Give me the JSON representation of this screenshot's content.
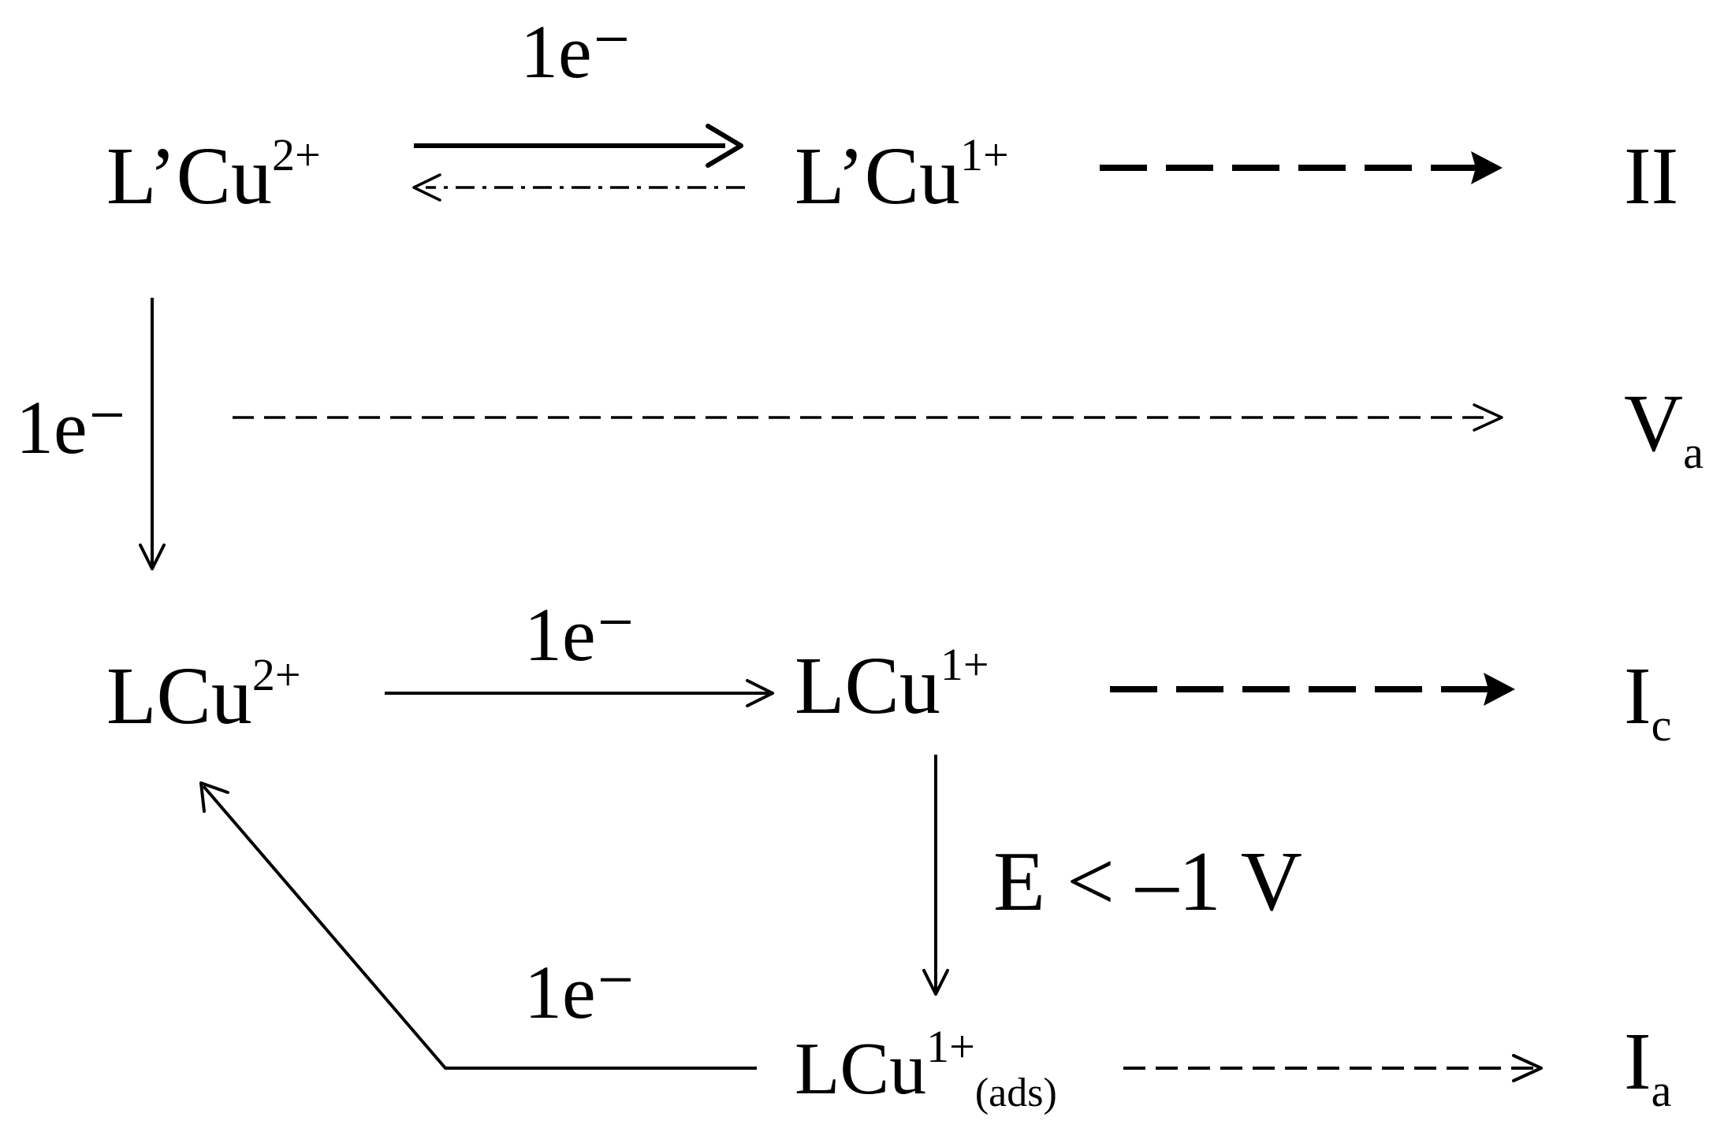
{
  "diagram": {
    "species": {
      "lcu2_top": {
        "base": "L’Cu",
        "sup": "2+"
      },
      "lcu1_top": {
        "base": "L’Cu",
        "sup": "1+"
      },
      "lcu2": {
        "base": "LCu",
        "sup": "2+"
      },
      "lcu1": {
        "base": "LCu",
        "sup": "1+"
      },
      "lcu1_ads": {
        "base": "LCu",
        "sup": "1+",
        "sub": "(ads)"
      }
    },
    "products": {
      "II": {
        "base": "II"
      },
      "Va": {
        "base": "V",
        "sub": "a"
      },
      "Ic": {
        "base": "I",
        "sub": "c"
      },
      "Ia": {
        "base": "I",
        "sub": "a"
      }
    },
    "annotations": {
      "e_top": "1e⁻",
      "e_left": "1e⁻",
      "e_mid": "1e⁻",
      "e_bottom": "1e⁻",
      "potential": "E < –1 V"
    },
    "arrow_styles": {
      "solid": "solid",
      "dash_dot": "dash-dot",
      "dashed_bold": "dashed bold",
      "dashed_thin": "dashed thin"
    }
  }
}
